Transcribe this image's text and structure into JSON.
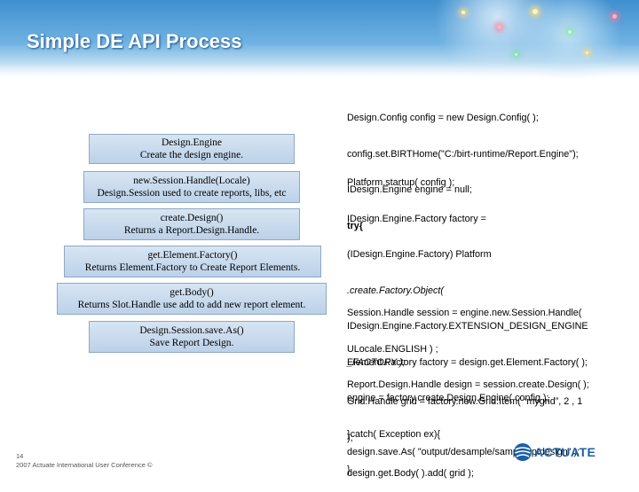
{
  "slide": {
    "title": "Simple DE API Process"
  },
  "steps": [
    {
      "line1": "Design.Engine",
      "line2": "Create the design engine."
    },
    {
      "line1": "new.Session.Handle(Locale)",
      "line2": "Design.Session used to create reports, libs, etc"
    },
    {
      "line1": "create.Design()",
      "line2": "Returns a Report.Design.Handle."
    },
    {
      "line1": "get.Element.Factory()",
      "line2": "Returns Element.Factory to Create Report Elements."
    },
    {
      "line1": "get.Body()",
      "line2": "Returns Slot.Handle use add to add new report element."
    },
    {
      "line1": "Design.Session.save.As()",
      "line2": "Save Report Design."
    }
  ],
  "code": {
    "block1": [
      "Design.Config config = new Design.Config( );",
      "config.set.BIRTHome(\"C:/birt-runtime/Report.Engine\");",
      "IDesign.Engine engine = null;",
      "try{"
    ],
    "block2": [
      "Platform.startup( config );",
      "IDesign.Engine.Factory factory =",
      "(IDesign.Engine.Factory) Platform",
      ".create.Factory.Object(",
      "IDesign.Engine.Factory.EXTENSION_DESIGN_ENGINE",
      "_FACTORY );",
      "engine = factory.create.Design.Engine( config );",
      "}catch( Exception ex){",
      "}"
    ],
    "block3": [
      "Session.Handle session = engine.new.Session.Handle(",
      "ULocale.ENGLISH ) ;",
      "Report.Design.Handle design = session.create.Design( );"
    ],
    "block4": [
      "Element.Factory factory = design.get.Element.Factory( );"
    ],
    "block5": [
      "Grid.Handle grid = factory.new.Grid.Item( “mygrid”, 2 , 1",
      ");",
      "design.get.Body( ).add( grid );"
    ],
    "block6": [
      "design.save.As( \"output/desample/sample.rptdesign\" );"
    ]
  },
  "footer": {
    "page_number": "14",
    "conference": "2007 Actuate International User Conference ©"
  },
  "logo": {
    "text": "ACTUATE",
    "icon": "actuate-globe-icon",
    "color": "#1a5fa8"
  },
  "colors": {
    "banner": "#4a96d2",
    "box_fill": "#c8d9ec",
    "box_border": "#8fa8c4"
  }
}
